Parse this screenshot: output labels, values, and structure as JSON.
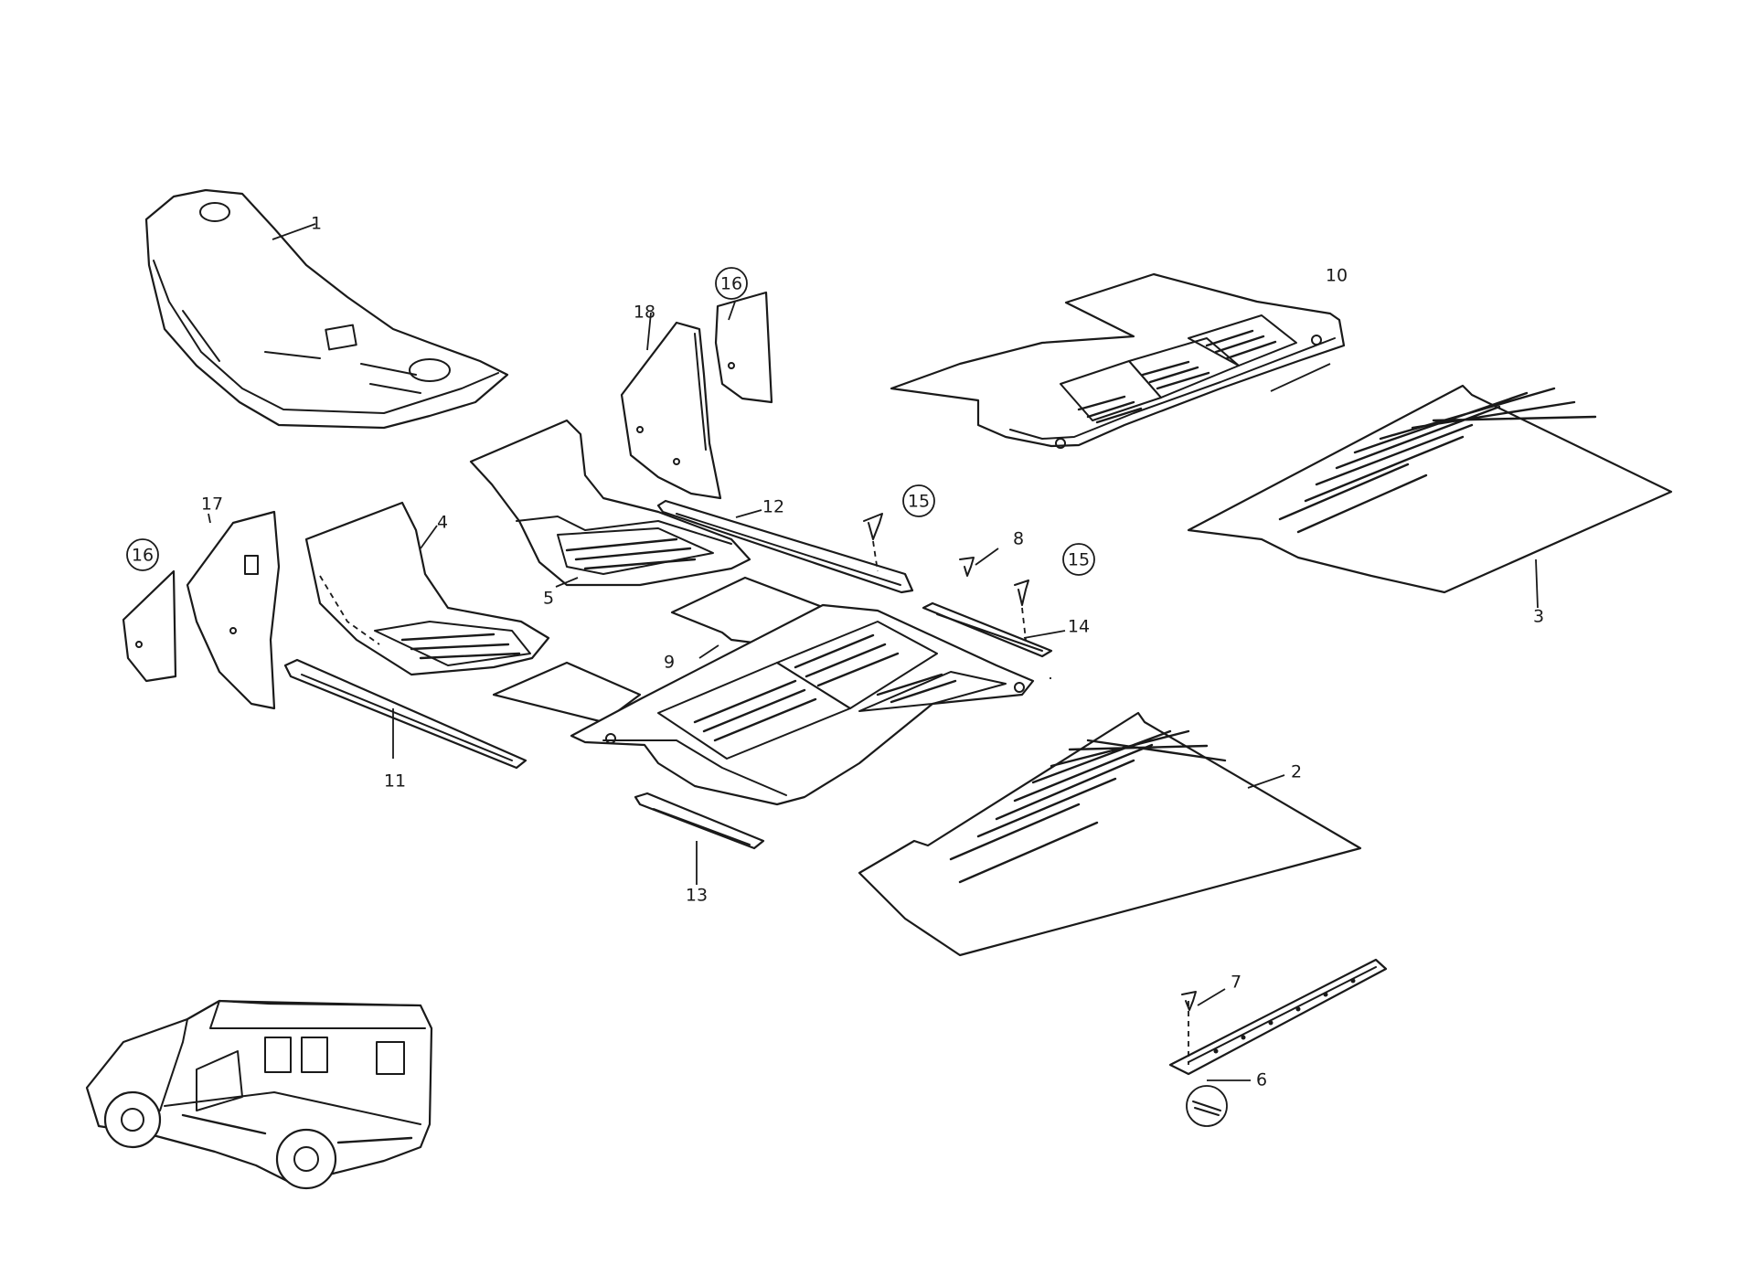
{
  "diagram": {
    "callouts": [
      "1",
      "2",
      "3",
      "4",
      "5",
      "6",
      "7",
      "8",
      "9",
      "10",
      "11",
      "12",
      "13",
      "14",
      "15",
      "16",
      "17",
      "18"
    ],
    "colors": {
      "ink": "#1a1a1a",
      "paper": "#ffffff"
    }
  }
}
